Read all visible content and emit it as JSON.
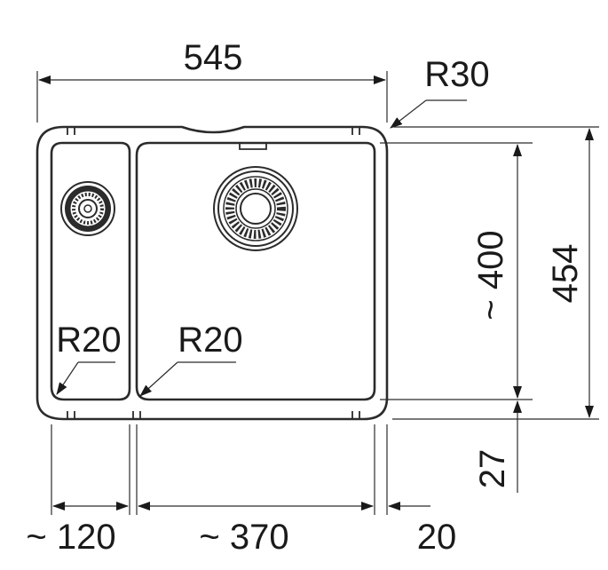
{
  "dimensions": {
    "total_width": "545",
    "corner_outer": "R30",
    "bowl_height": "~ 400",
    "total_depth": "454",
    "small_bowl_corner": "R20",
    "large_bowl_corner": "R20",
    "small_bowl_width": "~ 120",
    "large_bowl_width": "~ 370",
    "right_margin": "20",
    "bottom_margin": "27"
  },
  "colors": {
    "ink": "#2b2b2b",
    "background": "#ffffff"
  }
}
